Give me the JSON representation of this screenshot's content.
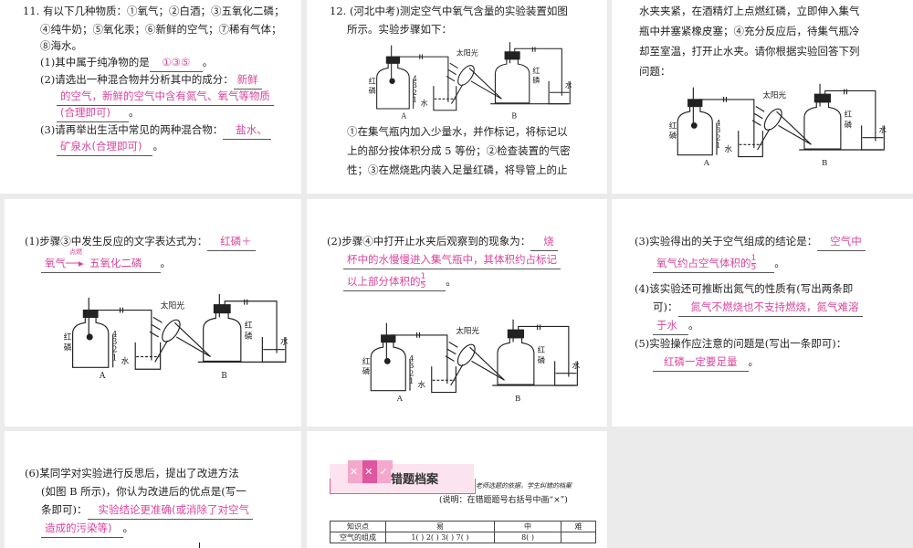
{
  "diagram": {
    "red_p": "红磷",
    "red_p1": "红",
    "red_p2": "磷",
    "water": "水",
    "sunlight": "太阳光",
    "label_a": "A",
    "label_b": "B",
    "scale": [
      "1",
      "2",
      "3",
      "4"
    ]
  },
  "q11": {
    "stem": [
      "11. 有以下几种物质：①氧气；②白酒；③五氧化二磷；",
      "④纯牛奶；⑤氧化汞；⑥新鲜的空气；⑦稀有气体；",
      "⑧海水。"
    ],
    "p1_q": "(1)其中属于纯净物的是",
    "p1_a": "①③⑤",
    "p2_q": "(2)请选出一种混合物并分析其中的成分：",
    "p2_a": [
      "新鲜",
      "的空气，新鲜的空气中含有氮气、氧气等物质",
      "(合理即可)"
    ],
    "p3_q": "(3)请再举出生活中常见的两种混合物：",
    "p3_a": [
      "盐水、",
      "矿泉水(合理即可)"
    ]
  },
  "q12": {
    "stem": [
      "12. (河北中考)测定空气中氧气含量的实验装置如图",
      "所示。实验步骤如下："
    ],
    "steps": [
      "①在集气瓶内加入少量水，并作标记，将标记以",
      "上的部分按体积分成 5 等份；②检查装置的气密",
      "性；③在燃烧匙内装入足量红磷，将导管上的止"
    ],
    "cont": [
      "水夹夹紧，在酒精灯上点燃红磷，立即伸入集气",
      "瓶中并塞紧橡皮塞；④充分反应后，待集气瓶冷",
      "却至室温，打开止水夹。请你根据实验回答下列",
      "问题："
    ]
  },
  "s1": {
    "q": "(1)步骤③中发生反应的文字表达式为：",
    "a1": "红磷＋",
    "a2a": "氧气",
    "cond": "点燃",
    "a2b": "五氧化二磷"
  },
  "s2": {
    "q": "(2)步骤④中打开止水夹后观察到的现象为：",
    "a1": "烧",
    "a2": "杯中的水慢慢进入集气瓶中，其体积约占标记",
    "a3": "以上部分体积的",
    "num": "1",
    "den": "5"
  },
  "s3": {
    "q3": "(3)实验得出的关于空气组成的结论是：",
    "a3_1": "空气中",
    "a3_2": "氧气约占空气体积的",
    "num": "1",
    "den": "5",
    "q4a": "(4)该实验还可推断出氮气的性质有(写出两条即",
    "q4b": "可)：",
    "a4_1": "氮气不燃烧也不支持燃烧，氮气难溶",
    "a4_2": "于水",
    "q5": "(5)实验操作应注意的问题是(写出一条即可)：",
    "a5": "红磷一定要足量"
  },
  "s6": {
    "q": [
      "(6)某同学对实验进行反思后，提出了改进方法",
      "(如图 B 所示)，你认为改进后的优点是(写一",
      "条即可)："
    ],
    "a1": "实验结论更准确(或消除了对空气",
    "a2": "造成的污染等)"
  },
  "archive": {
    "title": "错题档案",
    "slogan": "老师选题的依据，学生纠错的档案",
    "note": "(说明：在错题题号右括号中画“×”)",
    "headers": [
      "知识点",
      "易",
      "中",
      "难"
    ],
    "row": [
      "空气的组成",
      "1( ) 2( ) 3( ) 7( )",
      "8( )",
      ""
    ],
    "accent": "#e0559f"
  },
  "period": "。"
}
